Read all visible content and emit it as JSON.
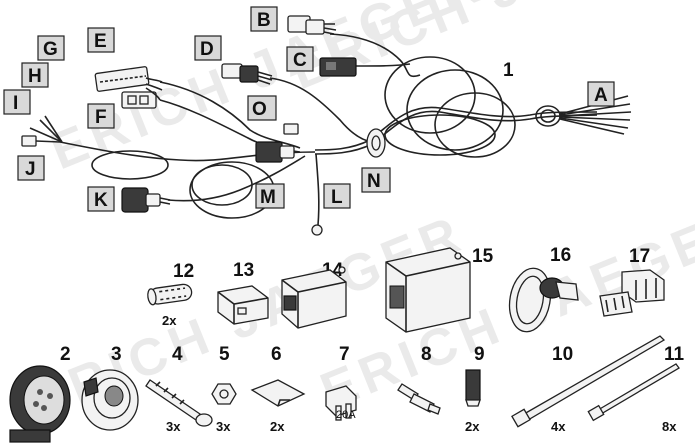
{
  "watermark": "ERICH JAEGER",
  "harness_number": "1",
  "harness_labels": [
    "A",
    "B",
    "C",
    "D",
    "E",
    "F",
    "G",
    "H",
    "I",
    "J",
    "K",
    "L",
    "M",
    "N",
    "O"
  ],
  "parts": [
    {
      "num": "2",
      "qty": ""
    },
    {
      "num": "3",
      "qty": ""
    },
    {
      "num": "4",
      "qty": "3x"
    },
    {
      "num": "5",
      "qty": "3x"
    },
    {
      "num": "6",
      "qty": "2x"
    },
    {
      "num": "7",
      "qty": "",
      "rating": "20A"
    },
    {
      "num": "8",
      "qty": ""
    },
    {
      "num": "9",
      "qty": "2x"
    },
    {
      "num": "10",
      "qty": "4x"
    },
    {
      "num": "11",
      "qty": "8x"
    },
    {
      "num": "12",
      "qty": "2x"
    },
    {
      "num": "13",
      "qty": ""
    },
    {
      "num": "14",
      "qty": ""
    },
    {
      "num": "15",
      "qty": ""
    },
    {
      "num": "16",
      "qty": ""
    },
    {
      "num": "17",
      "qty": ""
    }
  ]
}
